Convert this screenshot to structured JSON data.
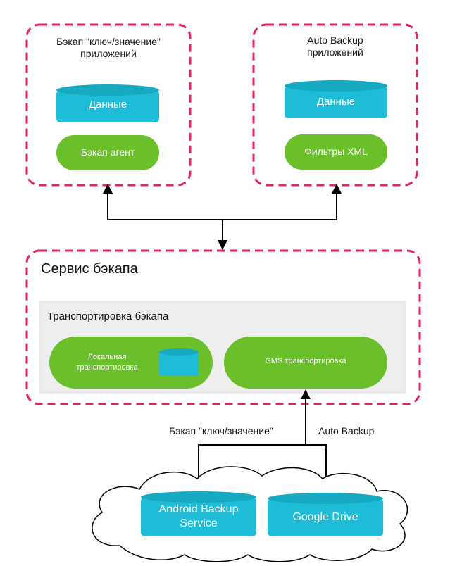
{
  "kv_app": {
    "title": "Бэкап \"ключ/значение\"\nприложений",
    "data_label": "Данные",
    "agent_label": "Бэкап агент"
  },
  "auto_app": {
    "title": "Auto Backup\nприложений",
    "data_label": "Данные",
    "filter_label": "Фильтры XML"
  },
  "service": {
    "title": "Сервис бэкапа",
    "transport_title": "Транспортировка бэкапа",
    "local_transport": "Локальная\nтранспортировка",
    "gms_transport": "GMS транспортировка"
  },
  "links": {
    "kv_label": "Бэкап \"ключ/значение\"",
    "auto_label": "Auto Backup"
  },
  "cloud": {
    "android_backup": "Android Backup\nService",
    "google_drive": "Google Drive"
  },
  "colors": {
    "dash_border": "#e0245e",
    "cyan": "#1ebcd7",
    "cyan_top": "#16a9c2",
    "green": "#6abf2a",
    "panel": "#eeeeee"
  }
}
